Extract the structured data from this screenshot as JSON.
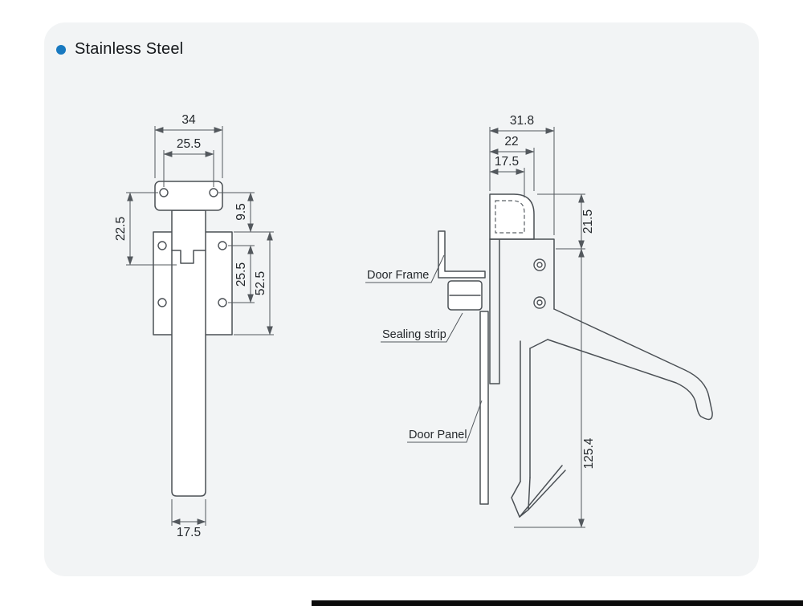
{
  "header": {
    "title": "Stainless Steel",
    "bullet_color": "#1879c0"
  },
  "front_view": {
    "dim_top_width": "34",
    "dim_hole_spacing": "25.5",
    "dim_left_height": "22.5",
    "dim_offset": "9.5",
    "dim_hole_row_spacing": "25.5",
    "dim_plate_height": "52.5",
    "dim_bottom_width": "17.5"
  },
  "side_view": {
    "dim_total_depth": "31.8",
    "dim_cap_depth": "22",
    "dim_inner_depth": "17.5",
    "dim_top_height": "21.5",
    "dim_total_height": "125.4",
    "label_door_frame": "Door Frame",
    "label_sealing_strip": "Sealing strip",
    "label_door_panel": "Door Panel"
  }
}
